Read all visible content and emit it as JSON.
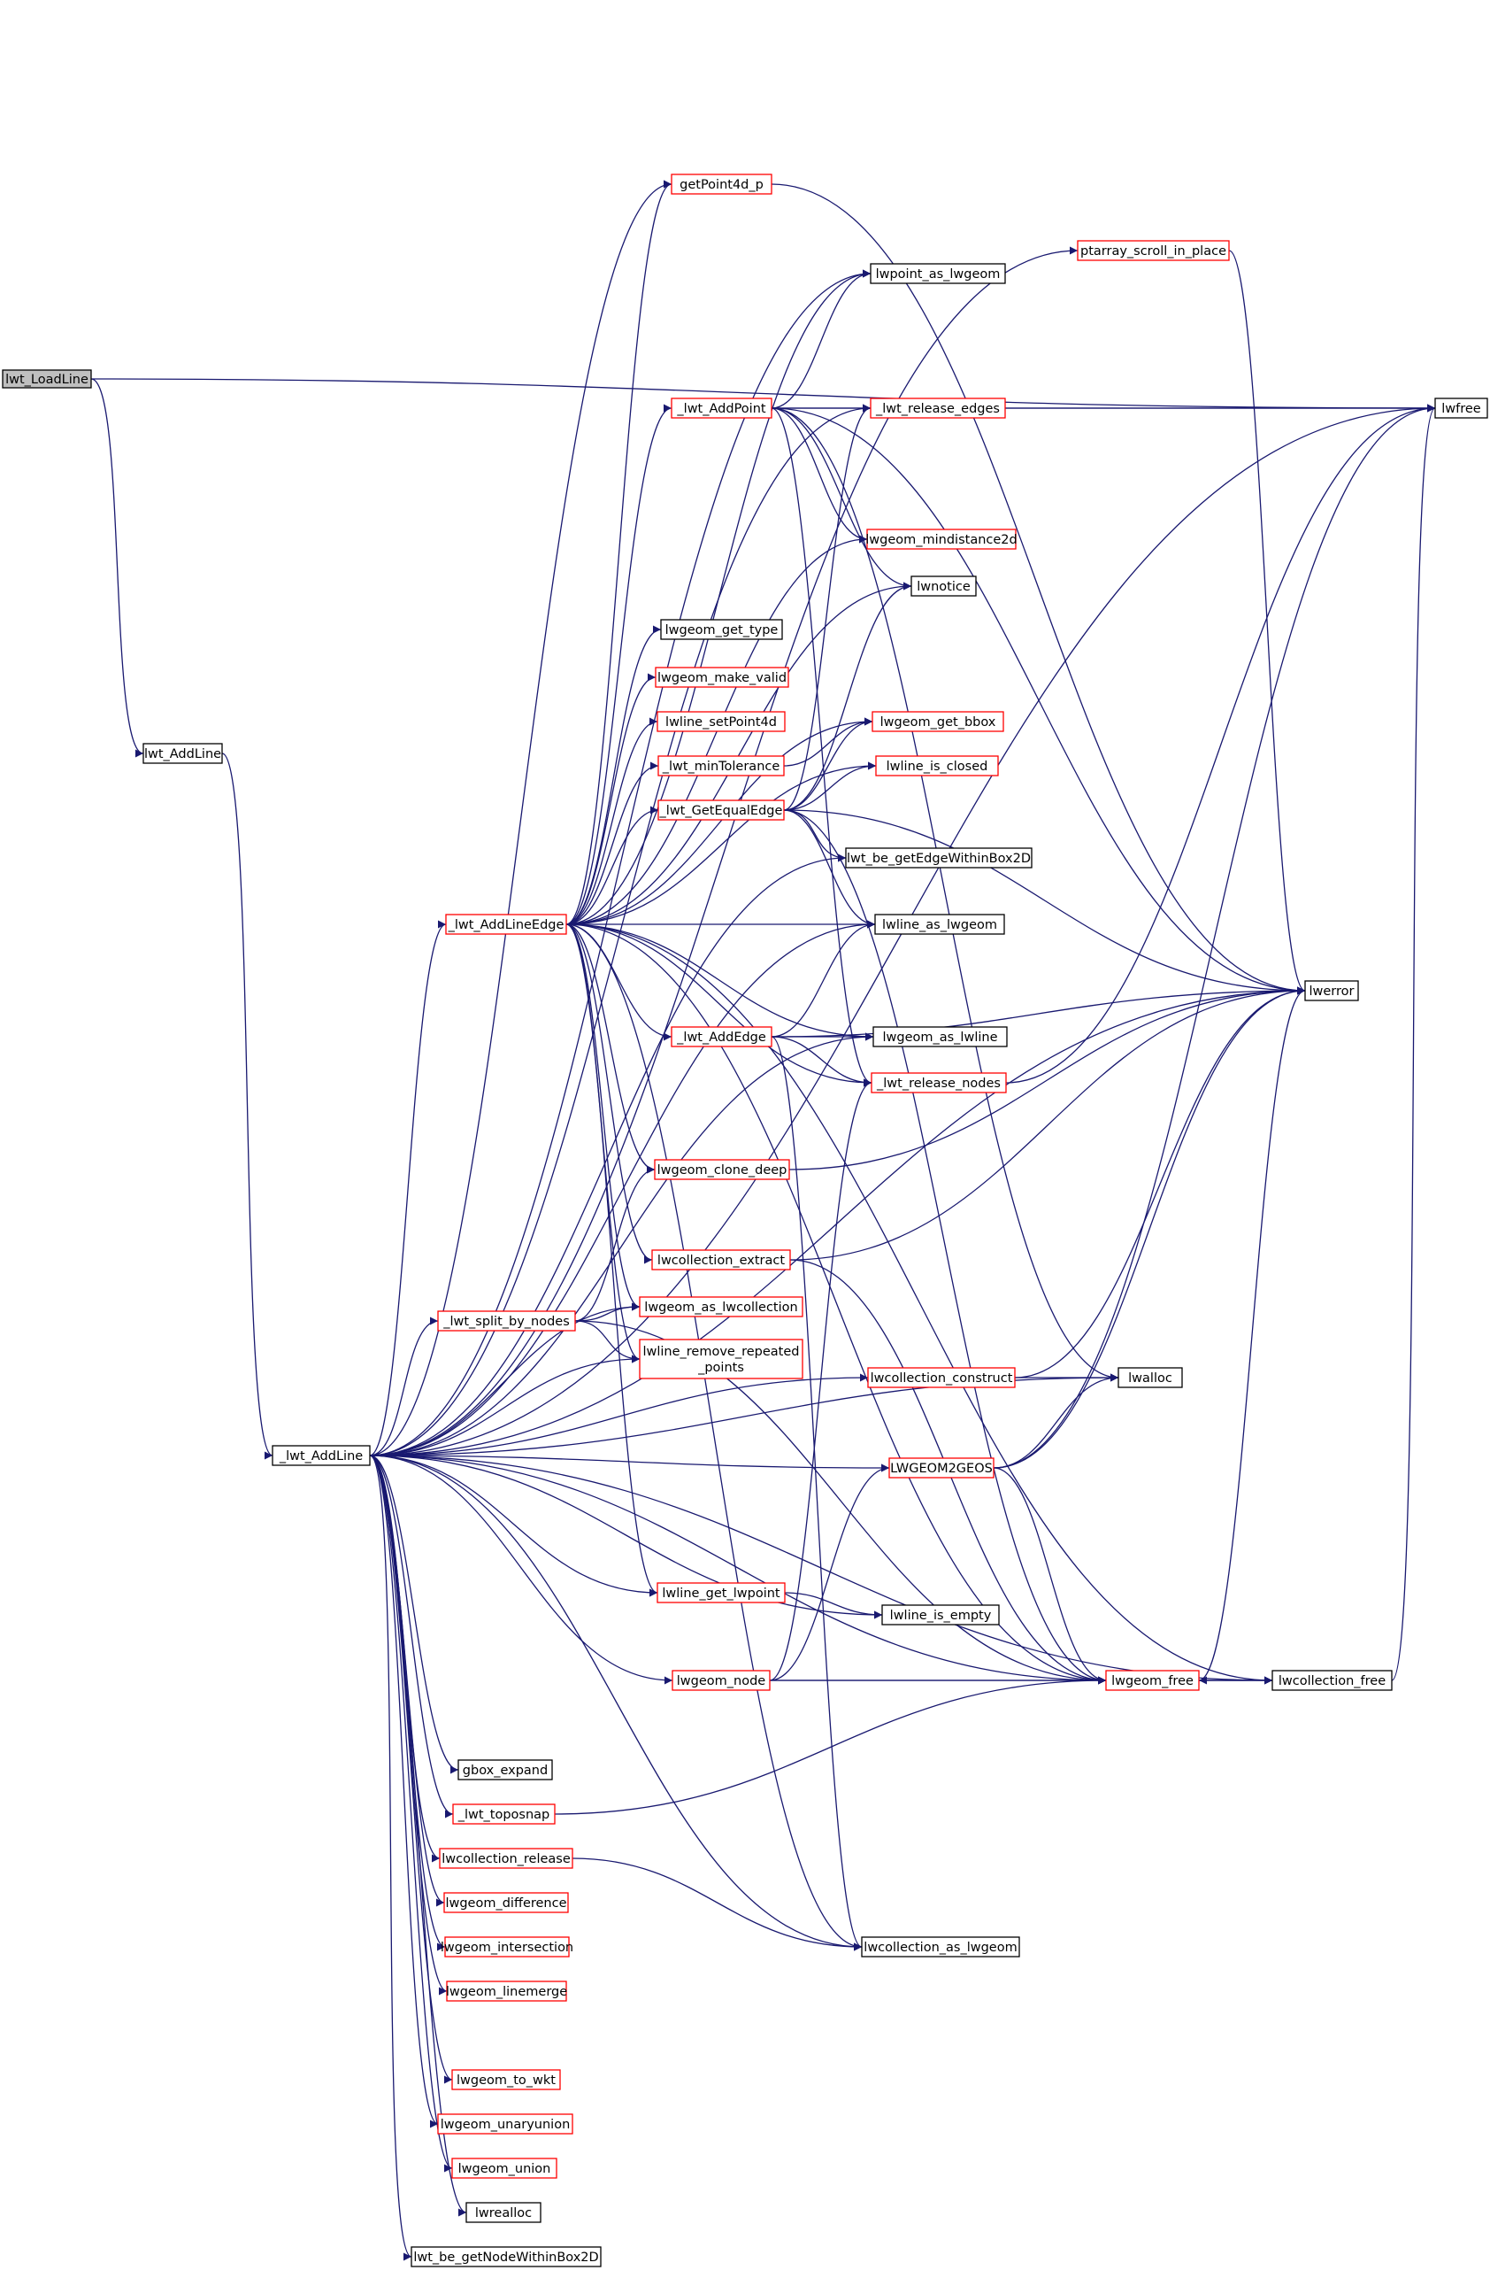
{
  "graph": {
    "nodes": [
      {
        "id": "lwt_LoadLine",
        "label": "lwt_LoadLine",
        "style": "root",
        "link": false
      },
      {
        "id": "lwt_AddLine",
        "label": "lwt_AddLine",
        "style": "plain",
        "link": true
      },
      {
        "id": "_lwt_AddLine",
        "label": "_lwt_AddLine",
        "style": "plain",
        "link": true
      },
      {
        "id": "lwfree",
        "label": "lwfree",
        "style": "plain",
        "link": true
      },
      {
        "id": "getPoint4d_p",
        "label": "getPoint4d_p",
        "style": "truncated",
        "link": true
      },
      {
        "id": "ptarray_scroll_in_place",
        "label": "ptarray_scroll_in_place",
        "style": "truncated",
        "link": true
      },
      {
        "id": "lwpoint_as_lwgeom",
        "label": "lwpoint_as_lwgeom",
        "style": "plain",
        "link": true
      },
      {
        "id": "_lwt_AddPoint",
        "label": "_lwt_AddPoint",
        "style": "truncated",
        "link": true
      },
      {
        "id": "_lwt_release_edges",
        "label": "_lwt_release_edges",
        "style": "truncated",
        "link": true
      },
      {
        "id": "lwgeom_mindistance2d",
        "label": "lwgeom_mindistance2d",
        "style": "truncated",
        "link": true
      },
      {
        "id": "lwnotice",
        "label": "lwnotice",
        "style": "plain",
        "link": true
      },
      {
        "id": "lwgeom_get_type",
        "label": "lwgeom_get_type",
        "style": "plain",
        "link": true
      },
      {
        "id": "lwgeom_make_valid",
        "label": "lwgeom_make_valid",
        "style": "truncated",
        "link": true
      },
      {
        "id": "lwline_setPoint4d",
        "label": "lwline_setPoint4d",
        "style": "truncated",
        "link": true
      },
      {
        "id": "lwgeom_get_bbox",
        "label": "lwgeom_get_bbox",
        "style": "truncated",
        "link": true
      },
      {
        "id": "_lwt_minTolerance",
        "label": "_lwt_minTolerance",
        "style": "truncated",
        "link": true
      },
      {
        "id": "lwline_is_closed",
        "label": "lwline_is_closed",
        "style": "truncated",
        "link": true
      },
      {
        "id": "_lwt_GetEqualEdge",
        "label": "_lwt_GetEqualEdge",
        "style": "truncated",
        "link": true
      },
      {
        "id": "lwt_be_getEdgeWithinBox2D",
        "label": "lwt_be_getEdgeWithinBox2D",
        "style": "plain",
        "link": true
      },
      {
        "id": "_lwt_AddLineEdge",
        "label": "_lwt_AddLineEdge",
        "style": "truncated",
        "link": true
      },
      {
        "id": "lwline_as_lwgeom",
        "label": "lwline_as_lwgeom",
        "style": "plain",
        "link": true
      },
      {
        "id": "lwerror",
        "label": "lwerror",
        "style": "plain",
        "link": true
      },
      {
        "id": "_lwt_AddEdge",
        "label": "_lwt_AddEdge",
        "style": "truncated",
        "link": true
      },
      {
        "id": "lwgeom_as_lwline",
        "label": "lwgeom_as_lwline",
        "style": "plain",
        "link": true
      },
      {
        "id": "_lwt_release_nodes",
        "label": "_lwt_release_nodes",
        "style": "truncated",
        "link": true
      },
      {
        "id": "lwgeom_clone_deep",
        "label": "lwgeom_clone_deep",
        "style": "truncated",
        "link": true
      },
      {
        "id": "lwcollection_extract",
        "label": "lwcollection_extract",
        "style": "truncated",
        "link": true
      },
      {
        "id": "_lwt_split_by_nodes",
        "label": "_lwt_split_by_nodes",
        "style": "truncated",
        "link": true
      },
      {
        "id": "lwgeom_as_lwcollection",
        "label": "lwgeom_as_lwcollection",
        "style": "truncated",
        "link": true
      },
      {
        "id": "lwline_remove_repeated_points",
        "label": "lwline_remove_repeated\n_points",
        "style": "truncated",
        "link": true
      },
      {
        "id": "lwcollection_construct",
        "label": "lwcollection_construct",
        "style": "truncated",
        "link": true
      },
      {
        "id": "lwalloc",
        "label": "lwalloc",
        "style": "plain",
        "link": true
      },
      {
        "id": "LWGEOM2GEOS",
        "label": "LWGEOM2GEOS",
        "style": "truncated",
        "link": true
      },
      {
        "id": "lwline_get_lwpoint",
        "label": "lwline_get_lwpoint",
        "style": "truncated",
        "link": true
      },
      {
        "id": "lwline_is_empty",
        "label": "lwline_is_empty",
        "style": "plain",
        "link": true
      },
      {
        "id": "lwgeom_node",
        "label": "lwgeom_node",
        "style": "truncated",
        "link": true
      },
      {
        "id": "lwgeom_free",
        "label": "lwgeom_free",
        "style": "truncated",
        "link": true
      },
      {
        "id": "lwcollection_free",
        "label": "lwcollection_free",
        "style": "plain",
        "link": true
      },
      {
        "id": "gbox_expand",
        "label": "gbox_expand",
        "style": "plain",
        "link": true
      },
      {
        "id": "_lwt_toposnap",
        "label": "_lwt_toposnap",
        "style": "truncated",
        "link": true
      },
      {
        "id": "lwcollection_release",
        "label": "lwcollection_release",
        "style": "truncated",
        "link": true
      },
      {
        "id": "lwgeom_difference",
        "label": "lwgeom_difference",
        "style": "truncated",
        "link": true
      },
      {
        "id": "lwcollection_as_lwgeom",
        "label": "lwcollection_as_lwgeom",
        "style": "plain",
        "link": true
      },
      {
        "id": "lwgeom_intersection",
        "label": "lwgeom_intersection",
        "style": "truncated",
        "link": true
      },
      {
        "id": "lwgeom_linemerge",
        "label": "lwgeom_linemerge",
        "style": "truncated",
        "link": true
      },
      {
        "id": "lwgeom_to_wkt",
        "label": "lwgeom_to_wkt",
        "style": "truncated",
        "link": true
      },
      {
        "id": "lwgeom_unaryunion",
        "label": "lwgeom_unaryunion",
        "style": "truncated",
        "link": true
      },
      {
        "id": "lwgeom_union",
        "label": "lwgeom_union",
        "style": "truncated",
        "link": true
      },
      {
        "id": "lwrealloc",
        "label": "lwrealloc",
        "style": "plain",
        "link": true
      },
      {
        "id": "lwt_be_getNodeWithinBox2D",
        "label": "lwt_be_getNodeWithinBox2D",
        "style": "plain",
        "link": true
      }
    ],
    "edges": [
      [
        "lwt_LoadLine",
        "lwt_AddLine"
      ],
      [
        "lwt_LoadLine",
        "lwfree"
      ],
      [
        "lwt_AddLine",
        "_lwt_AddLine"
      ],
      [
        "_lwt_AddLine",
        "getPoint4d_p"
      ],
      [
        "_lwt_AddLine",
        "_lwt_release_edges"
      ],
      [
        "_lwt_AddLine",
        "lwfree"
      ],
      [
        "_lwt_AddLine",
        "ptarray_scroll_in_place"
      ],
      [
        "_lwt_AddLine",
        "lwpoint_as_lwgeom"
      ],
      [
        "_lwt_AddLine",
        "lwerror"
      ],
      [
        "_lwt_AddLine",
        "_lwt_AddLineEdge"
      ],
      [
        "_lwt_AddLine",
        "lwline_as_lwgeom"
      ],
      [
        "_lwt_AddLine",
        "lwgeom_as_lwline"
      ],
      [
        "_lwt_AddLine",
        "_lwt_split_by_nodes"
      ],
      [
        "_lwt_AddLine",
        "lwgeom_as_lwcollection"
      ],
      [
        "_lwt_AddLine",
        "lwline_remove_repeated_points"
      ],
      [
        "_lwt_AddLine",
        "lwcollection_construct"
      ],
      [
        "_lwt_AddLine",
        "lwalloc"
      ],
      [
        "_lwt_AddLine",
        "LWGEOM2GEOS"
      ],
      [
        "_lwt_AddLine",
        "lwline_get_lwpoint"
      ],
      [
        "_lwt_AddLine",
        "lwline_is_empty"
      ],
      [
        "_lwt_AddLine",
        "lwgeom_node"
      ],
      [
        "_lwt_AddLine",
        "lwgeom_free"
      ],
      [
        "_lwt_AddLine",
        "lwcollection_free"
      ],
      [
        "_lwt_AddLine",
        "gbox_expand"
      ],
      [
        "_lwt_AddLine",
        "_lwt_toposnap"
      ],
      [
        "_lwt_AddLine",
        "lwcollection_release"
      ],
      [
        "_lwt_AddLine",
        "lwgeom_difference"
      ],
      [
        "_lwt_AddLine",
        "lwgeom_intersection"
      ],
      [
        "_lwt_AddLine",
        "lwgeom_linemerge"
      ],
      [
        "_lwt_AddLine",
        "lwcollection_as_lwgeom"
      ],
      [
        "_lwt_AddLine",
        "lwgeom_to_wkt"
      ],
      [
        "_lwt_AddLine",
        "lwgeom_unaryunion"
      ],
      [
        "_lwt_AddLine",
        "lwgeom_union"
      ],
      [
        "_lwt_AddLine",
        "lwrealloc"
      ],
      [
        "_lwt_AddLine",
        "lwt_be_getNodeWithinBox2D"
      ],
      [
        "_lwt_AddLine",
        "lwt_be_getEdgeWithinBox2D"
      ],
      [
        "getPoint4d_p",
        "lwerror"
      ],
      [
        "ptarray_scroll_in_place",
        "lwerror"
      ],
      [
        "_lwt_release_edges",
        "lwfree"
      ],
      [
        "_lwt_AddPoint",
        "lwpoint_as_lwgeom"
      ],
      [
        "_lwt_AddPoint",
        "_lwt_release_edges"
      ],
      [
        "_lwt_AddPoint",
        "lwfree"
      ],
      [
        "_lwt_AddPoint",
        "lwgeom_mindistance2d"
      ],
      [
        "_lwt_AddPoint",
        "lwnotice"
      ],
      [
        "_lwt_AddPoint",
        "lwerror"
      ],
      [
        "_lwt_AddPoint",
        "lwalloc"
      ],
      [
        "_lwt_AddPoint",
        "_lwt_release_nodes"
      ],
      [
        "_lwt_AddLineEdge",
        "getPoint4d_p"
      ],
      [
        "_lwt_AddLineEdge",
        "lwpoint_as_lwgeom"
      ],
      [
        "_lwt_AddLineEdge",
        "_lwt_AddPoint"
      ],
      [
        "_lwt_AddLineEdge",
        "lwgeom_mindistance2d"
      ],
      [
        "_lwt_AddLineEdge",
        "lwnotice"
      ],
      [
        "_lwt_AddLineEdge",
        "lwgeom_get_type"
      ],
      [
        "_lwt_AddLineEdge",
        "lwgeom_make_valid"
      ],
      [
        "_lwt_AddLineEdge",
        "lwline_setPoint4d"
      ],
      [
        "_lwt_AddLineEdge",
        "lwgeom_get_bbox"
      ],
      [
        "_lwt_AddLineEdge",
        "_lwt_minTolerance"
      ],
      [
        "_lwt_AddLineEdge",
        "lwline_is_closed"
      ],
      [
        "_lwt_AddLineEdge",
        "_lwt_GetEqualEdge"
      ],
      [
        "_lwt_AddLineEdge",
        "lwline_as_lwgeom"
      ],
      [
        "_lwt_AddLineEdge",
        "_lwt_AddEdge"
      ],
      [
        "_lwt_AddLineEdge",
        "lwgeom_as_lwline"
      ],
      [
        "_lwt_AddLineEdge",
        "_lwt_release_nodes"
      ],
      [
        "_lwt_AddLineEdge",
        "lwgeom_clone_deep"
      ],
      [
        "_lwt_AddLineEdge",
        "lwcollection_extract"
      ],
      [
        "_lwt_AddLineEdge",
        "lwgeom_as_lwcollection"
      ],
      [
        "_lwt_AddLineEdge",
        "lwline_remove_repeated_points"
      ],
      [
        "_lwt_AddLineEdge",
        "lwline_get_lwpoint"
      ],
      [
        "_lwt_AddLineEdge",
        "lwgeom_free"
      ],
      [
        "_lwt_AddLineEdge",
        "lwcollection_free"
      ],
      [
        "_lwt_AddLineEdge",
        "lwcollection_as_lwgeom"
      ],
      [
        "_lwt_GetEqualEdge",
        "_lwt_release_edges"
      ],
      [
        "_lwt_GetEqualEdge",
        "lwnotice"
      ],
      [
        "_lwt_GetEqualEdge",
        "lwgeom_get_bbox"
      ],
      [
        "_lwt_GetEqualEdge",
        "lwline_is_closed"
      ],
      [
        "_lwt_GetEqualEdge",
        "lwt_be_getEdgeWithinBox2D"
      ],
      [
        "_lwt_GetEqualEdge",
        "lwline_as_lwgeom"
      ],
      [
        "_lwt_GetEqualEdge",
        "lwerror"
      ],
      [
        "_lwt_GetEqualEdge",
        "lwgeom_free"
      ],
      [
        "_lwt_minTolerance",
        "lwgeom_get_bbox"
      ],
      [
        "_lwt_AddEdge",
        "lwline_as_lwgeom"
      ],
      [
        "_lwt_AddEdge",
        "lwerror"
      ],
      [
        "_lwt_AddEdge",
        "lwgeom_as_lwline"
      ],
      [
        "_lwt_AddEdge",
        "_lwt_release_nodes"
      ],
      [
        "_lwt_AddEdge",
        "lwcollection_as_lwgeom"
      ],
      [
        "_lwt_release_nodes",
        "lwfree"
      ],
      [
        "lwgeom_clone_deep",
        "lwerror"
      ],
      [
        "lwcollection_extract",
        "lwerror"
      ],
      [
        "lwcollection_extract",
        "lwgeom_free"
      ],
      [
        "_lwt_split_by_nodes",
        "lwgeom_clone_deep"
      ],
      [
        "_lwt_split_by_nodes",
        "lwgeom_as_lwcollection"
      ],
      [
        "_lwt_split_by_nodes",
        "lwline_remove_repeated_points"
      ],
      [
        "_lwt_split_by_nodes",
        "lwgeom_free"
      ],
      [
        "lwcollection_construct",
        "lwalloc"
      ],
      [
        "lwcollection_construct",
        "lwerror"
      ],
      [
        "LWGEOM2GEOS",
        "lwalloc"
      ],
      [
        "LWGEOM2GEOS",
        "lwerror"
      ],
      [
        "LWGEOM2GEOS",
        "lwfree"
      ],
      [
        "LWGEOM2GEOS",
        "lwgeom_free"
      ],
      [
        "lwline_get_lwpoint",
        "lwline_is_empty"
      ],
      [
        "lwgeom_node",
        "_lwt_release_nodes"
      ],
      [
        "lwgeom_node",
        "LWGEOM2GEOS"
      ],
      [
        "lwgeom_node",
        "lwgeom_free"
      ],
      [
        "lwgeom_node",
        "lwcollection_free"
      ],
      [
        "lwgeom_free",
        "lwerror"
      ],
      [
        "lwgeom_free",
        "lwcollection_free"
      ],
      [
        "lwcollection_free",
        "lwgeom_free"
      ],
      [
        "lwcollection_free",
        "lwfree"
      ],
      [
        "_lwt_toposnap",
        "lwgeom_free"
      ],
      [
        "lwcollection_release",
        "lwcollection_as_lwgeom"
      ]
    ]
  },
  "colors": {
    "edge": "#191970",
    "root_fill": "#bfbfbf",
    "plain_border": "#000000",
    "truncated_border": "#ff0000",
    "node_fill": "#ffffff",
    "text": "#000000"
  }
}
